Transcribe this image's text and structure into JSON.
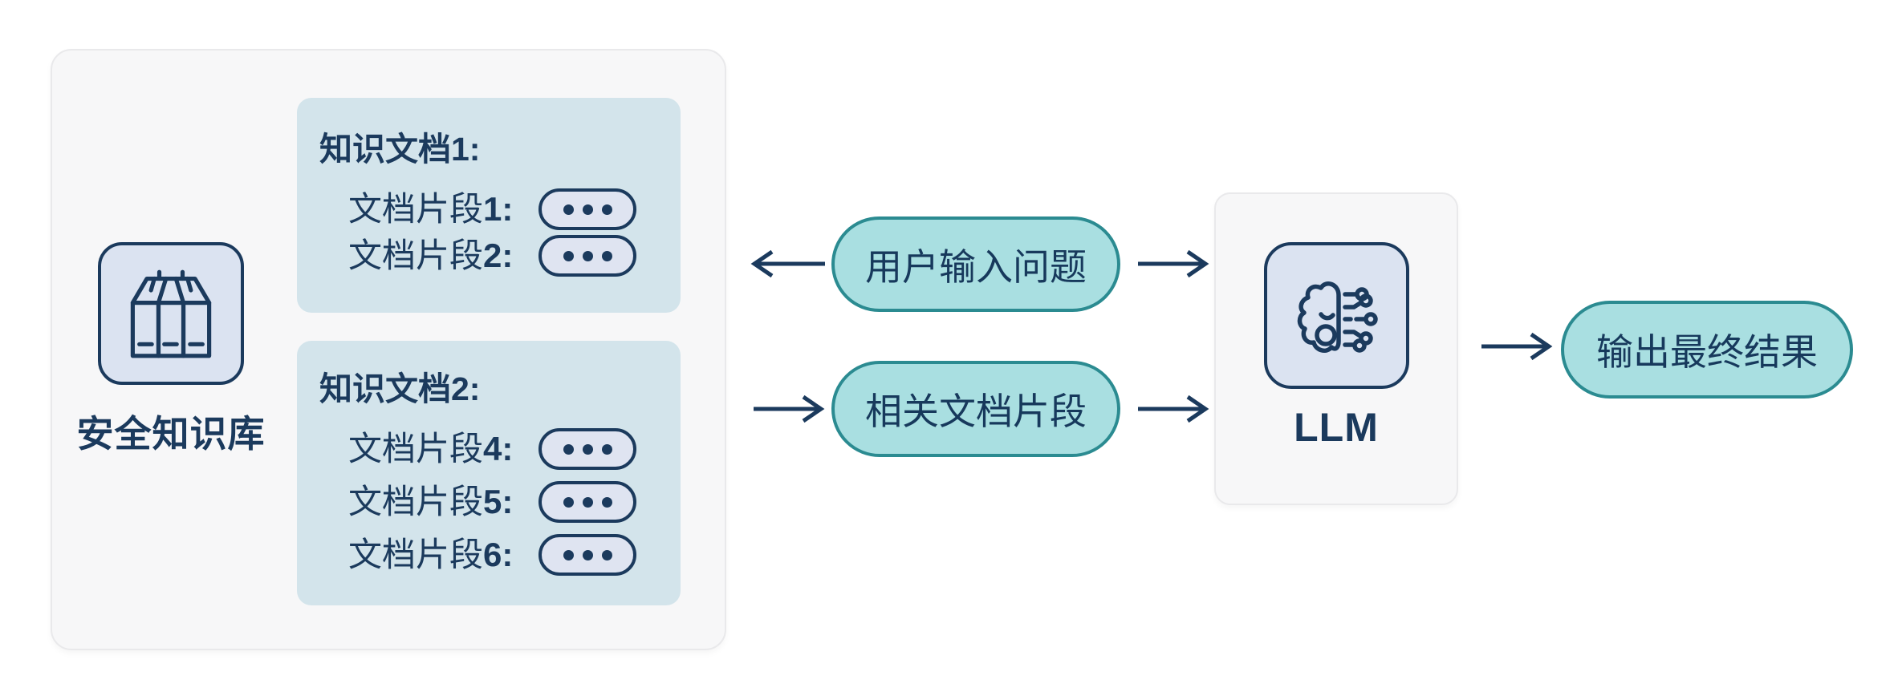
{
  "knowledge_base": {
    "panel_label": "安全知识库",
    "icon": "library-books-icon",
    "documents": [
      {
        "title": "知识文档1:",
        "fragments": [
          {
            "name": "文档片段",
            "index": "1:"
          },
          {
            "name": "文档片段",
            "index": "2:"
          }
        ]
      },
      {
        "title": "知识文档2:",
        "fragments": [
          {
            "name": "文档片段",
            "index": "4:"
          },
          {
            "name": "文档片段",
            "index": "5:"
          },
          {
            "name": "文档片段",
            "index": "6:"
          }
        ]
      }
    ],
    "fragment_placeholder_icon": "ellipsis-dots-icon"
  },
  "flow": {
    "user_question_label": "用户输入问题",
    "relevant_fragments_label": "相关文档片段",
    "output_label": "输出最终结果",
    "arrows": [
      {
        "name": "question-to-knowledge-base",
        "direction": "left"
      },
      {
        "name": "question-to-llm",
        "direction": "right"
      },
      {
        "name": "knowledge-base-to-fragments",
        "direction": "right"
      },
      {
        "name": "fragments-to-llm",
        "direction": "right"
      },
      {
        "name": "llm-to-output",
        "direction": "right"
      }
    ]
  },
  "llm": {
    "label": "LLM",
    "icon": "brain-circuit-icon"
  },
  "colors": {
    "navy_text": "#1b3a5d",
    "teal_fill": "#a9dfe1",
    "teal_border": "#2b8b91",
    "doc_card_blue": "#d3e4eb",
    "fragment_pill_fill": "#dfe4f1",
    "icon_square_fill": "#dbe3f1",
    "panel_fill": "#f7f7f8",
    "panel_border": "#e9e9eb"
  }
}
